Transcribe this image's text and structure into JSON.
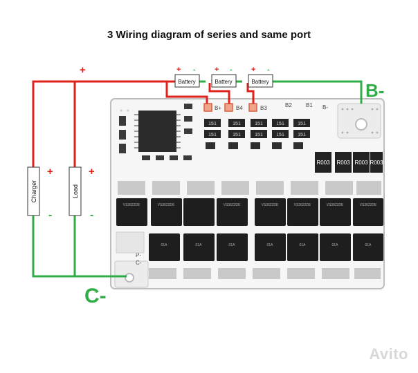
{
  "title": "3 Wiring diagram of series and same port",
  "batteries": [
    "Battery",
    "Battery",
    "Battery"
  ],
  "plus": "+",
  "minus": "-",
  "charger": "Charger",
  "load": "Load",
  "b_minus": "B-",
  "c_minus": "C-",
  "pcb_labels": {
    "b_plus": "B+",
    "b4": "B4",
    "b3": "B3",
    "b2": "B2",
    "b1": "B1",
    "b_minus": "B-",
    "p_minus": "P-",
    "c_minus": "C-"
  },
  "resistors": [
    "R003",
    "R003",
    "R003",
    "R003"
  ],
  "small_parts": [
    "151",
    "151",
    "151",
    "151",
    "151",
    "151",
    "151",
    "151",
    "151",
    "151"
  ],
  "mosfet_top": [
    "VS3622DE",
    "VS3622DE",
    "VS3622DE",
    "VS3622DE",
    "VS3622DE",
    "VS3622DE",
    "VS3622DE"
  ],
  "mosfet_bottom": [
    "01A",
    "01A",
    "01A",
    "01A",
    "01A",
    "01A",
    "01A"
  ],
  "watermark": "Avito",
  "colors": {
    "red": "#e0201b",
    "green": "#2fae48",
    "board": "#f4f4f4"
  }
}
